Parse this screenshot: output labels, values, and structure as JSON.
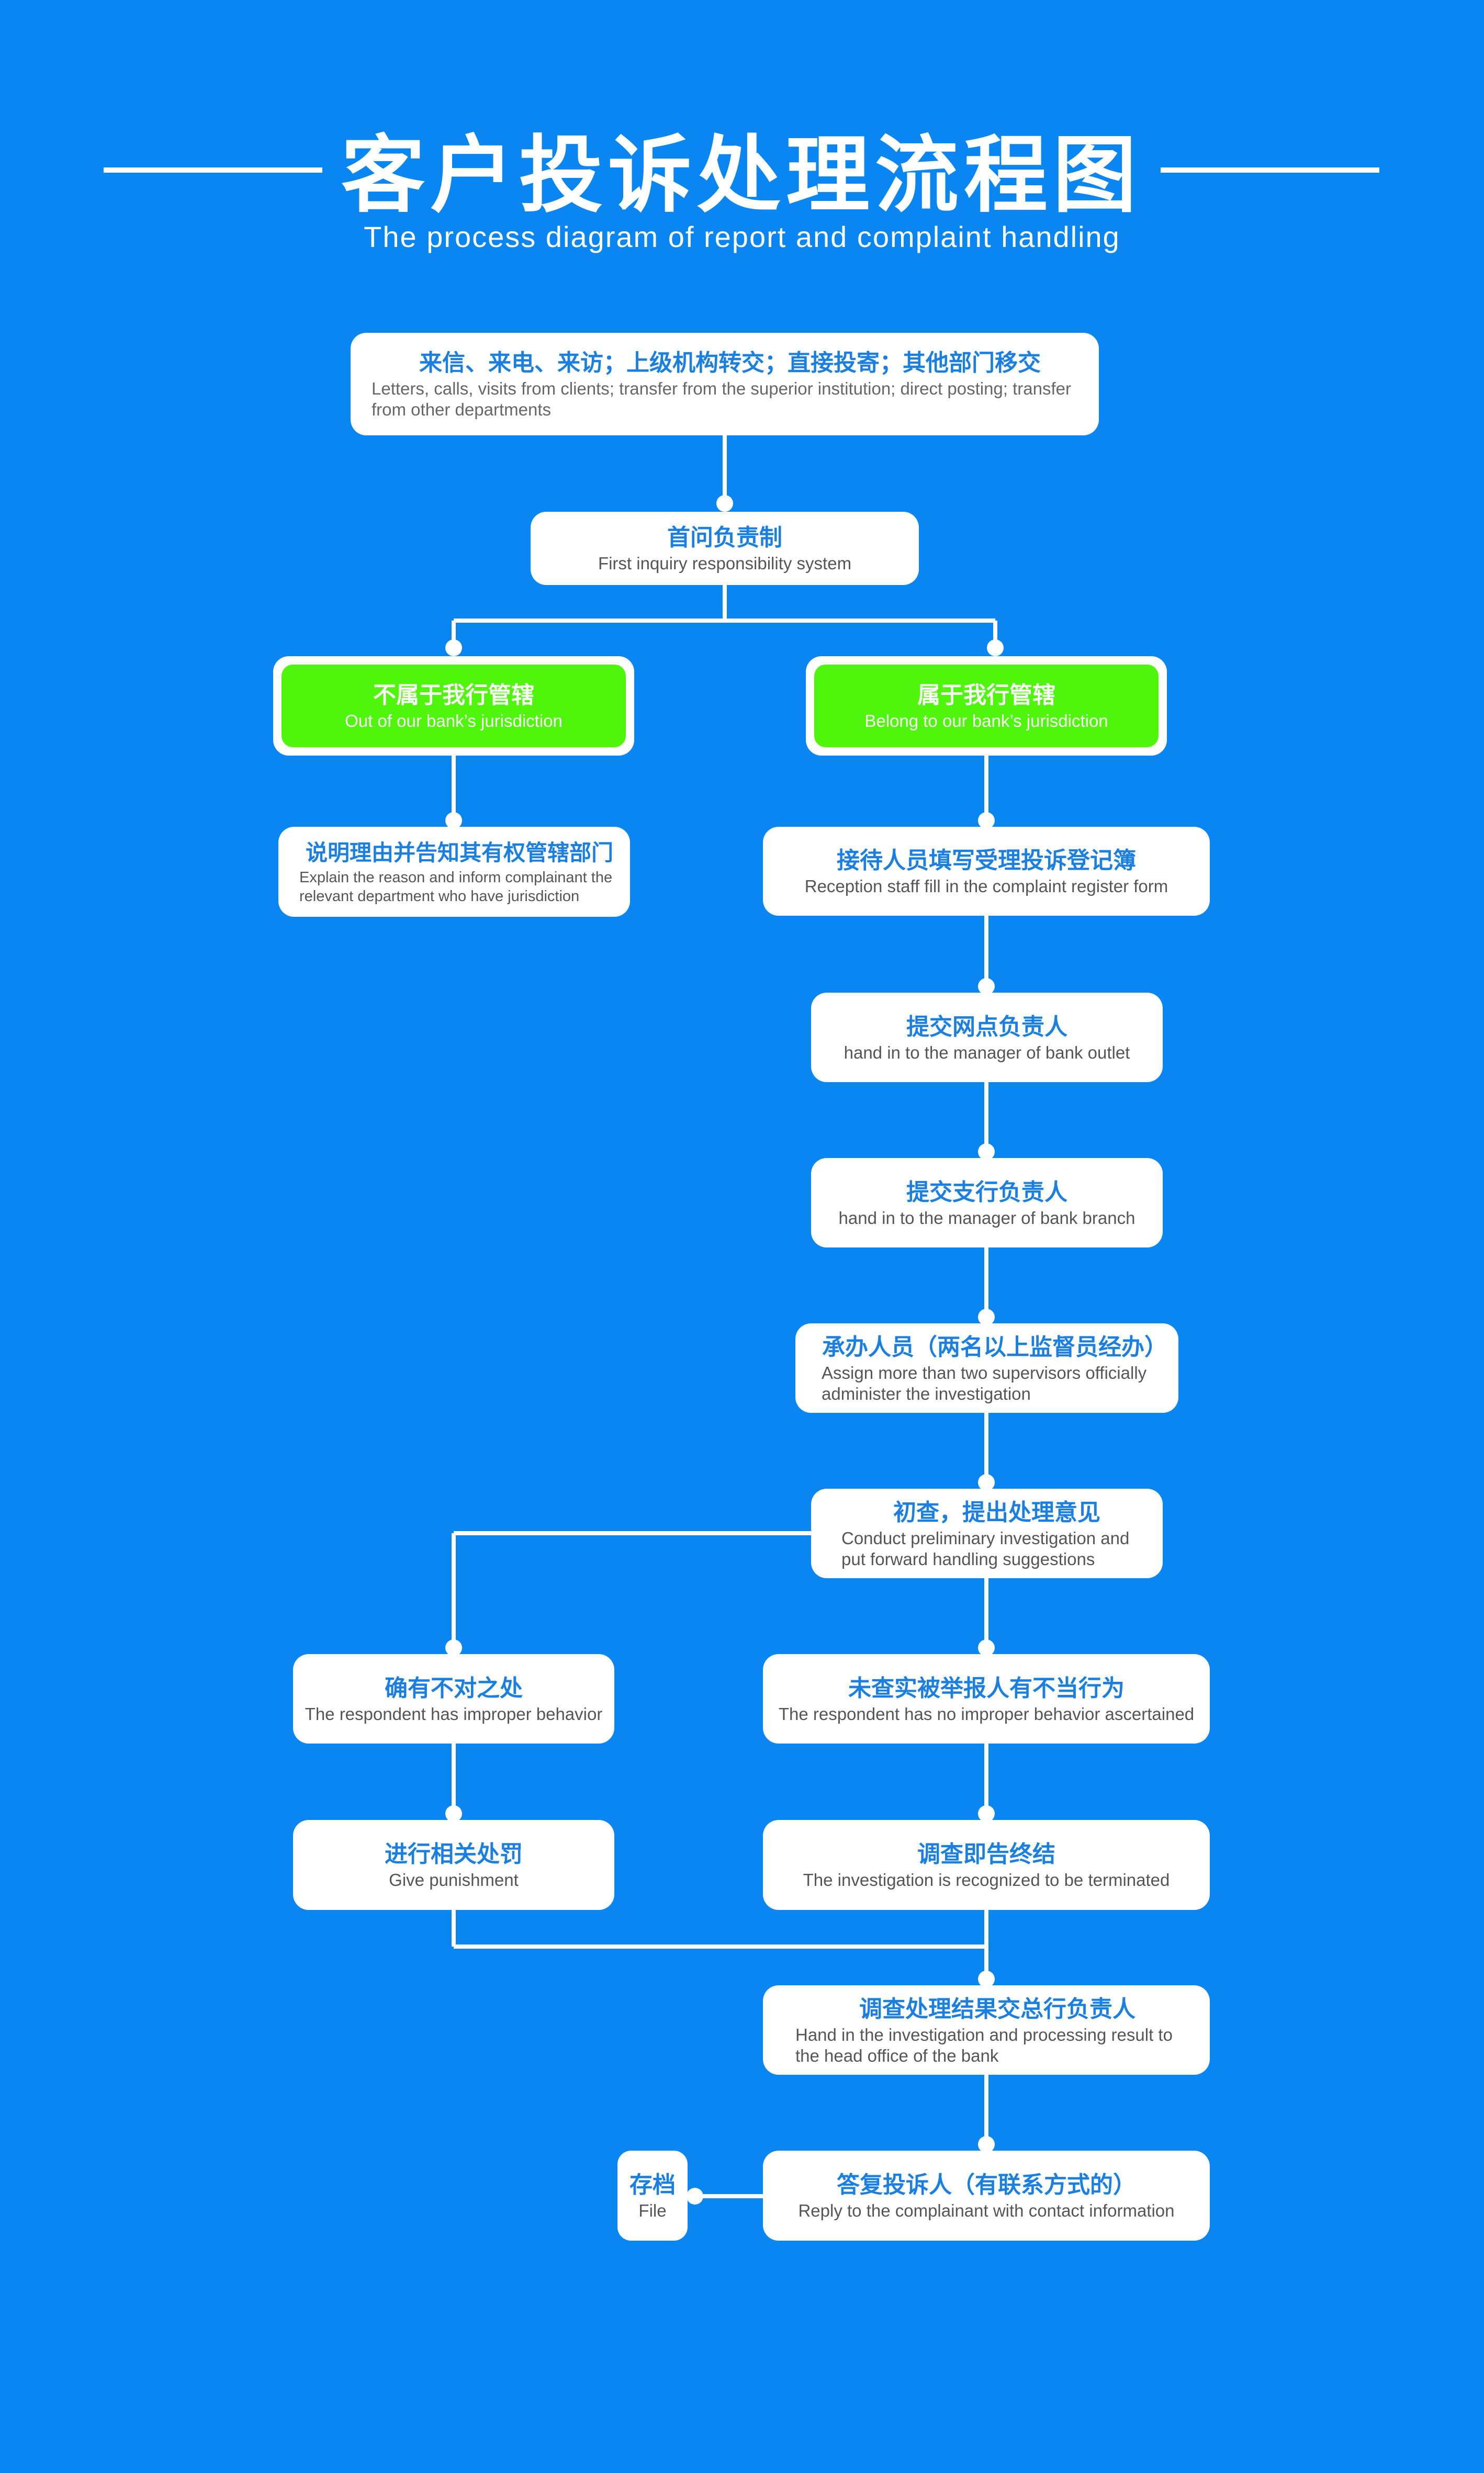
{
  "header": {
    "title": "客户投诉处理流程图",
    "subtitle": "The process diagram of report and complaint handling"
  },
  "colors": {
    "background": "#0a86f2",
    "box": "#ffffff",
    "text_cn": "#1a7fe0",
    "highlight": "#50f50c"
  },
  "nodes": {
    "intake": {
      "cn": "来信、来电、来访；上级机构转交；直接投寄；其他部门移交",
      "en": "Letters, calls, visits from clients; transfer from the superior institution; direct posting; transfer from other departments"
    },
    "first_inquiry": {
      "cn": "首问负责制",
      "en": "First inquiry responsibility system"
    },
    "not_jurisdiction": {
      "cn": "不属于我行管辖",
      "en": "Out of our bank’s jurisdiction"
    },
    "jurisdiction": {
      "cn": "属于我行管辖",
      "en": "Belong to our bank’s jurisdiction"
    },
    "explain": {
      "cn": "说明理由并告知其有权管辖部门",
      "en": "Explain the reason and inform complainant the relevant department who have jurisdiction"
    },
    "register": {
      "cn": "接待人员填写受理投诉登记簿",
      "en": "Reception staff fill in the complaint register form"
    },
    "outlet": {
      "cn": "提交网点负责人",
      "en": "hand in to the manager of bank outlet"
    },
    "branch": {
      "cn": "提交支行负责人",
      "en": "hand in to the manager of bank branch"
    },
    "supervisors": {
      "cn": "承办人员（两名以上监督员经办）",
      "en": "Assign more than two supervisors officially administer the investigation"
    },
    "preliminary": {
      "cn": "初查，提出处理意见",
      "en": "Conduct preliminary investigation and put forward handling suggestions"
    },
    "improper": {
      "cn": "确有不对之处",
      "en": "The respondent has improper behavior"
    },
    "no_improper": {
      "cn": "未查实被举报人有不当行为",
      "en": "The respondent has no improper behavior ascertained"
    },
    "punishment": {
      "cn": "进行相关处罚",
      "en": "Give punishment"
    },
    "terminated": {
      "cn": "调查即告终结",
      "en": "The investigation is recognized to be terminated"
    },
    "head_office": {
      "cn": "调查处理结果交总行负责人",
      "en": "Hand in the investigation and processing result to the head office of the bank"
    },
    "reply": {
      "cn": "答复投诉人（有联系方式的）",
      "en": "Reply to the complainant with contact information"
    },
    "file": {
      "cn": "存档",
      "en": "File"
    }
  }
}
